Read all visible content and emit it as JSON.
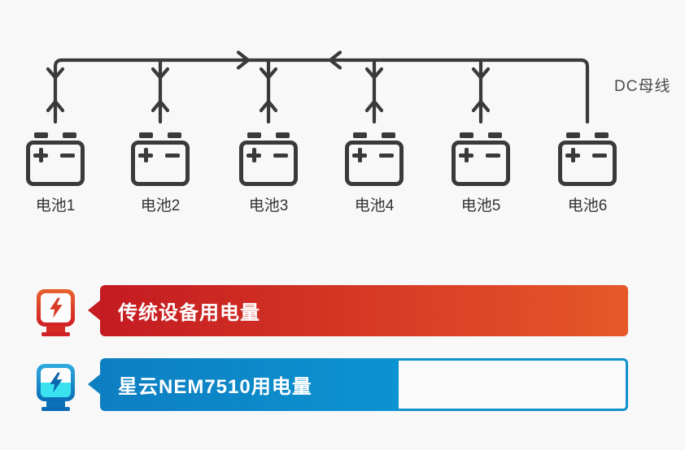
{
  "colors": {
    "background": "#f8f8f8",
    "line": "#3a3a3a",
    "traditional_bar_start": "#c41a21",
    "traditional_bar_end": "#e65829",
    "nem_bar_start": "#0d7ec1",
    "nem_bar_end": "#0c93d1",
    "nem_bar_border": "#1191ce",
    "meter_liquid_cyan": "#3ae2f0"
  },
  "diagram": {
    "bus_label": "DC母线",
    "batteries": [
      {
        "label": "电池1"
      },
      {
        "label": "电池2"
      },
      {
        "label": "电池3"
      },
      {
        "label": "电池4"
      },
      {
        "label": "电池5"
      },
      {
        "label": "电池6"
      }
    ]
  },
  "comparison": {
    "rows": [
      {
        "id": "traditional",
        "label": "传统设备用电量",
        "icon": "electric-meter-red-icon",
        "fill_percent": 100
      },
      {
        "id": "nem7510",
        "label": "星云NEM7510用电量",
        "icon": "electric-meter-blue-icon",
        "fill_percent": 56.5
      }
    ]
  }
}
